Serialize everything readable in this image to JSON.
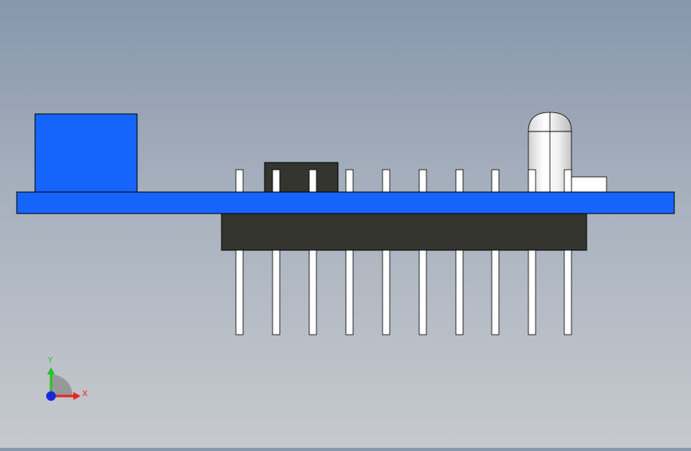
{
  "viewport": {
    "background_top": "#8797ac",
    "background_bottom": "#c6cace"
  },
  "model": {
    "colors": {
      "pcb": "#1565fd",
      "block": "#1565fd",
      "header_plastic": "#353530",
      "pins": "#ffffff",
      "led": "#f4f4f4",
      "outline": "#000000"
    },
    "header_pin_count": 10
  },
  "triad": {
    "x_label": "X",
    "y_label": "Y",
    "x_color": "#e8251b",
    "y_color": "#27c22b",
    "z_color": "#1a27d8"
  }
}
